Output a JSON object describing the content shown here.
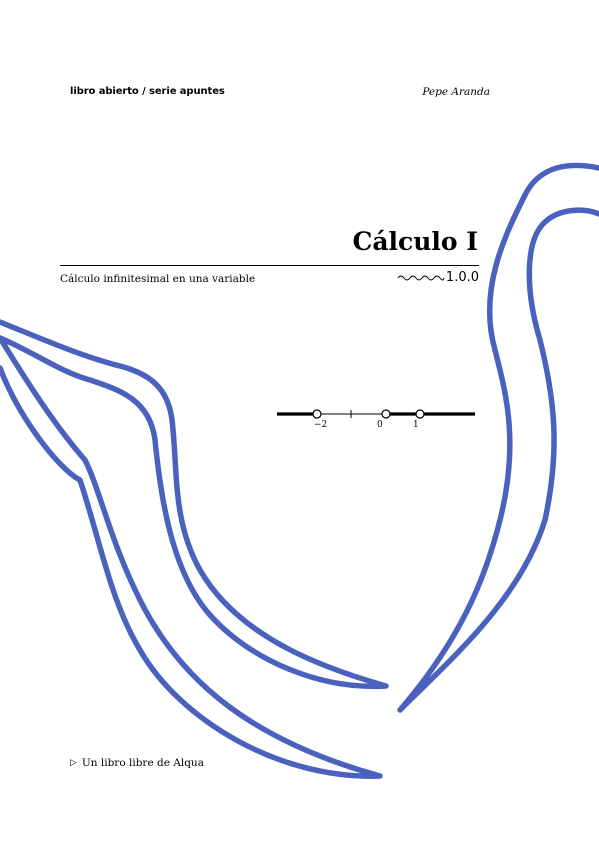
{
  "header": {
    "series": "libro abierto / serie apuntes",
    "author": "Pepe Aranda"
  },
  "cover": {
    "title": "Cálculo I",
    "subtitle": "Cálculo infinitesimal en una variable",
    "version": "1.0.0",
    "footer": "Un libro libre de Alqua",
    "footer_marker": "▷"
  },
  "number_line": {
    "labels": [
      "−2",
      "0",
      "1"
    ]
  },
  "colors": {
    "decoration_blue": "#4a62be",
    "text": "#000000"
  }
}
